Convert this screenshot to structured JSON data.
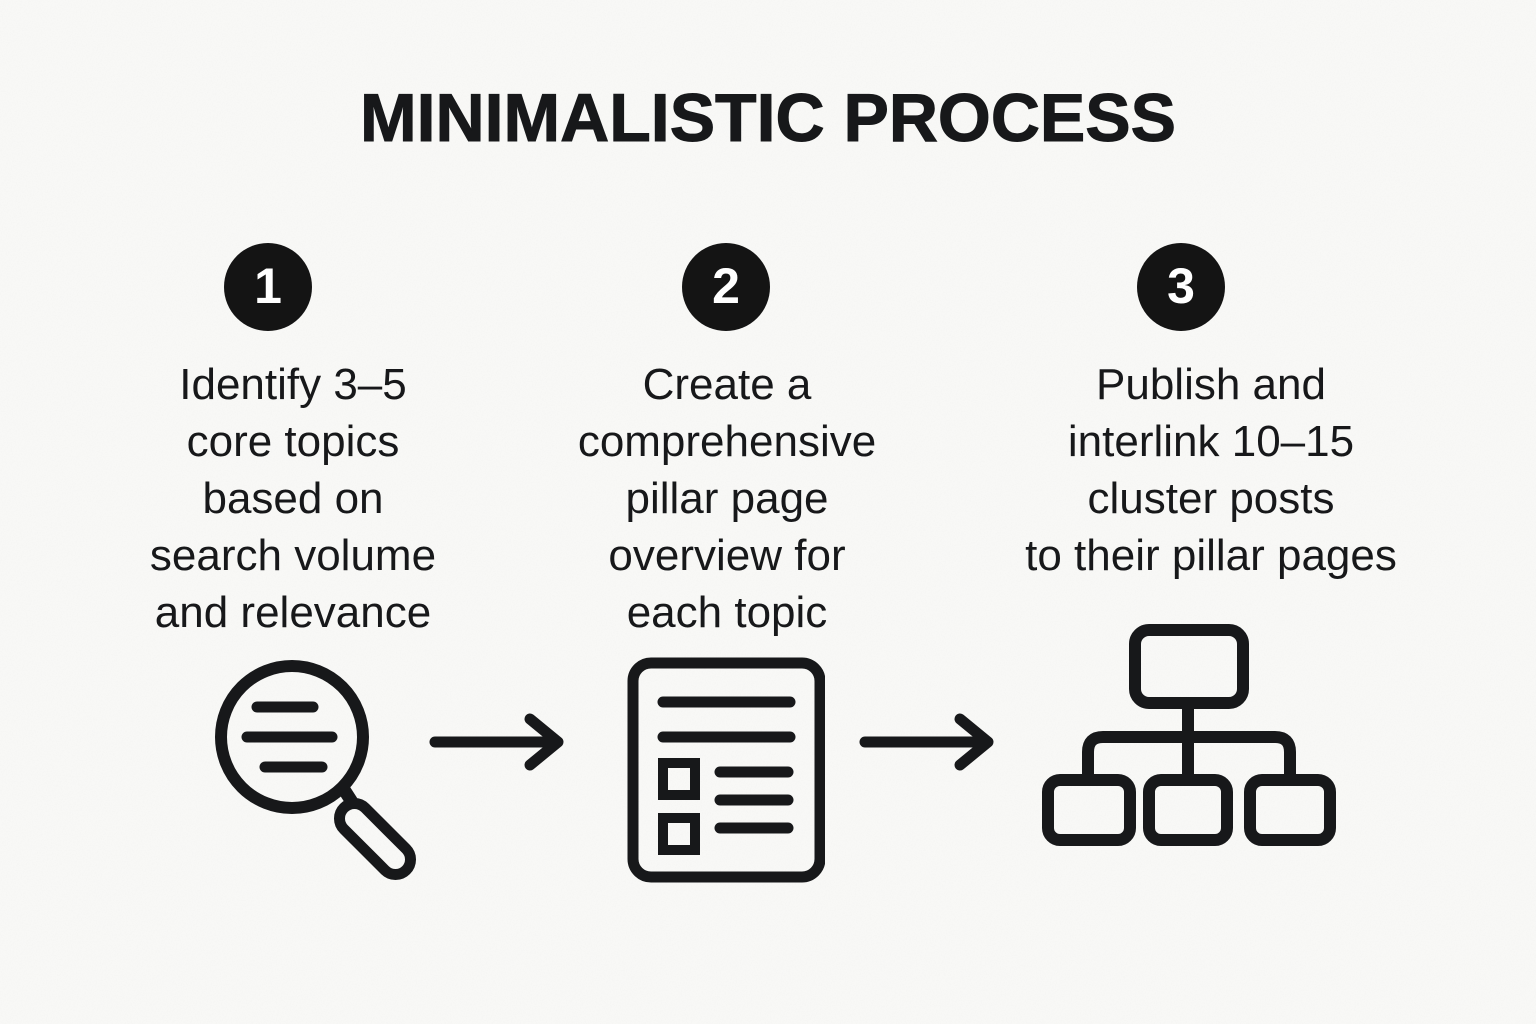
{
  "title": "MINIMALISTIC PROCESS",
  "steps": [
    {
      "number": "1",
      "icon": "search-icon",
      "lines": [
        "Identify 3–5",
        "core topics",
        "based on",
        "search volume",
        "and relevance"
      ]
    },
    {
      "number": "2",
      "icon": "document-icon",
      "lines": [
        "Create a",
        "comprehensive",
        "pillar page",
        "overview for",
        "each topic"
      ]
    },
    {
      "number": "3",
      "icon": "sitemap-icon",
      "lines": [
        "Publish and",
        "interlink 10–15",
        "cluster posts",
        "to their pillar pages"
      ]
    }
  ],
  "connectors": [
    "arrow-right",
    "arrow-right"
  ],
  "colors": {
    "background": "#f9f9f7",
    "ink": "#17181a",
    "badge_fill": "#141414",
    "badge_text": "#ffffff"
  }
}
